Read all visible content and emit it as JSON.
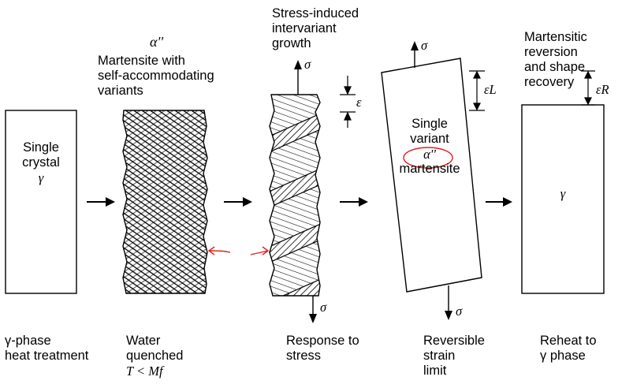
{
  "stage1": {
    "box_lines": [
      "Single",
      "crystal"
    ],
    "box_symbol": "γ",
    "caption_lines": [
      "γ-phase",
      "heat treatment"
    ]
  },
  "stage2": {
    "symbol": "α''",
    "top_lines": [
      "Martensite with",
      "self-accommodating",
      "variants"
    ],
    "caption_lines": [
      "Water",
      "quenched"
    ],
    "caption_formula": "T < Mf"
  },
  "stage3": {
    "top_lines": [
      "Stress-induced",
      "intervariant",
      "growth"
    ],
    "stress_symbol": "σ",
    "strain_symbol": "ε",
    "caption_lines": [
      "Response to",
      "stress"
    ]
  },
  "stage4": {
    "stress_symbol": "σ",
    "strain_symbol": "εL",
    "box_lines": [
      "Single",
      "variant"
    ],
    "box_symbol": "α''",
    "box_bottom": "martensite",
    "caption_lines": [
      "Reversible",
      "strain",
      "limit"
    ]
  },
  "stage5": {
    "top_lines": [
      "Martensitic",
      "reversion",
      "and shape",
      "recovery"
    ],
    "strain_symbol": "εR",
    "box_symbol": "γ",
    "caption_lines": [
      "Reheat to",
      "γ phase"
    ]
  },
  "colors": {
    "ink": "#000000",
    "annotation": "#e02020"
  }
}
